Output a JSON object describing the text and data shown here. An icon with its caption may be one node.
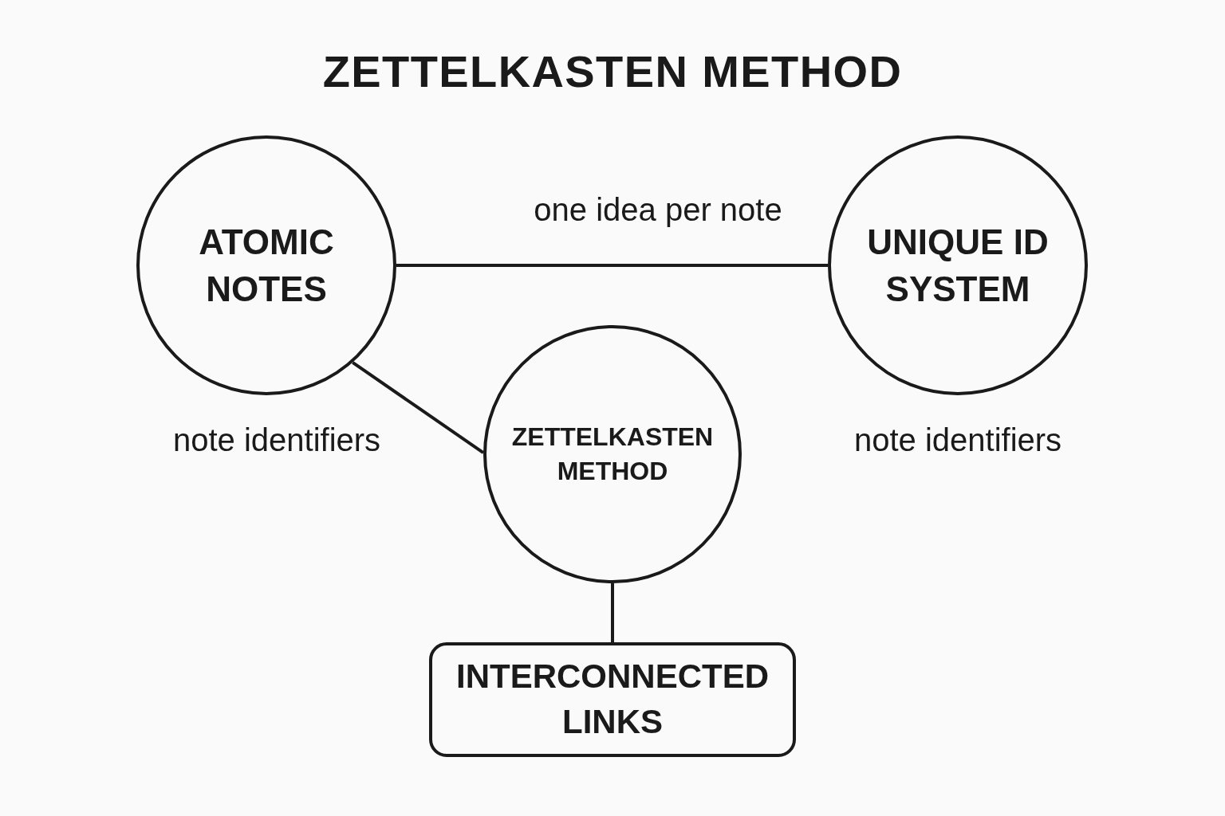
{
  "diagram": {
    "title": "ZETTELKASTEN METHOD",
    "nodes": [
      {
        "text": [
          "ATOMIC NOTES"
        ]
      },
      {
        "text": [
          "UNIQUE ID SYSTEM"
        ]
      },
      {
        "text": [
          "ZETTELKASTEN METHOD"
        ]
      },
      {
        "text": [
          "INTERCONNECTED LINKS"
        ]
      }
    ],
    "edges": [
      {
        "from": 0,
        "to": 1,
        "arrow": "none",
        "label": "one idea per note"
      },
      {
        "from": 0,
        "to": 2,
        "arrow": "none"
      },
      {
        "from": 2,
        "to": 3,
        "arrow": "none"
      }
    ],
    "labels": [
      "note identifiers",
      "note identifiers"
    ]
  }
}
